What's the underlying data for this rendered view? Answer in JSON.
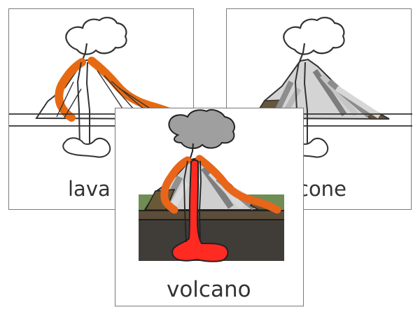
{
  "cards": [
    {
      "label": "lava",
      "theme": "lava-highlight",
      "colors": {
        "lava": "#e76a12",
        "line": "#333333",
        "fill": "#ffffff"
      }
    },
    {
      "label": "cone",
      "theme": "cone-highlight",
      "colors": {
        "cone_dark": "#8f8f8f",
        "cone_mid": "#b9b9b9",
        "cone_light": "#e7e7e7",
        "ground": "#6b5a38",
        "line": "#333333"
      }
    },
    {
      "label": "volcano",
      "theme": "full-color",
      "colors": {
        "ash": "#9f9f9f",
        "magma": "#ff2a22",
        "lava": "#e8651a",
        "grass": "#6f8d54",
        "soil": "#5b4d39",
        "rock": "#403d38",
        "cone_dark": "#8c8c8c",
        "cone_light": "#d8d8d8"
      }
    }
  ]
}
